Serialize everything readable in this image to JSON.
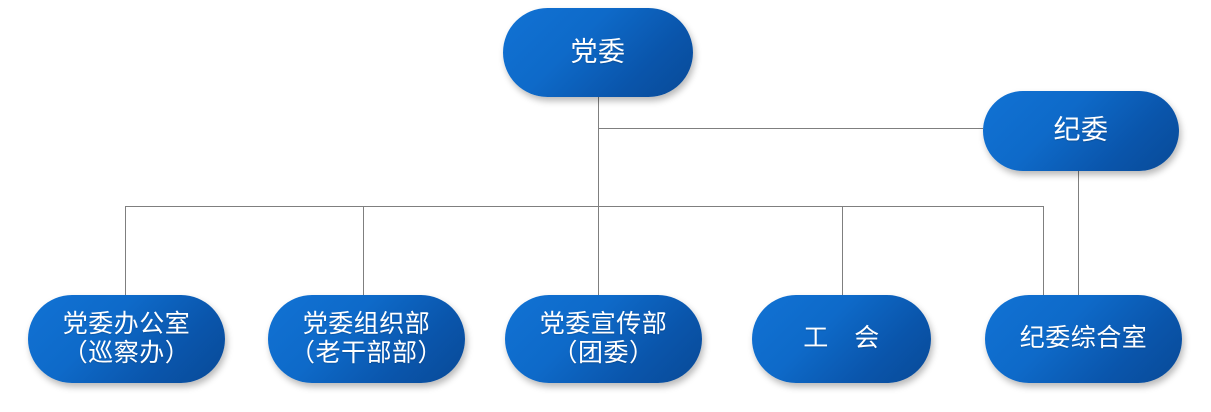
{
  "diagram": {
    "type": "organizational-chart",
    "title": "",
    "theme": {
      "node_fill_light": "#1172d4",
      "node_fill_dark": "#084a97",
      "node_text_color": "#ffffff",
      "connector_color": "#7f7f7f",
      "background": "#ffffff"
    },
    "nodes": [
      {
        "id": "dangwei",
        "label": "党委",
        "level": "top"
      },
      {
        "id": "jiwei",
        "label": "纪委",
        "level": "second"
      },
      {
        "id": "office",
        "label": "党委办公室\n（巡察办）",
        "level": "bottom"
      },
      {
        "id": "organization",
        "label": "党委组织部\n（老干部部）",
        "level": "bottom"
      },
      {
        "id": "publicity",
        "label": "党委宣传部\n（团委）",
        "level": "bottom"
      },
      {
        "id": "union",
        "label": "工　会",
        "level": "bottom"
      },
      {
        "id": "jiwei_office",
        "label": "纪委综合室",
        "level": "bottom"
      }
    ],
    "edges": [
      {
        "from": "dangwei",
        "to": "jiwei"
      },
      {
        "from": "dangwei",
        "to": "office"
      },
      {
        "from": "dangwei",
        "to": "organization"
      },
      {
        "from": "dangwei",
        "to": "publicity"
      },
      {
        "from": "dangwei",
        "to": "union"
      },
      {
        "from": "dangwei",
        "to": "jiwei_office"
      },
      {
        "from": "jiwei",
        "to": "jiwei_office"
      }
    ]
  }
}
